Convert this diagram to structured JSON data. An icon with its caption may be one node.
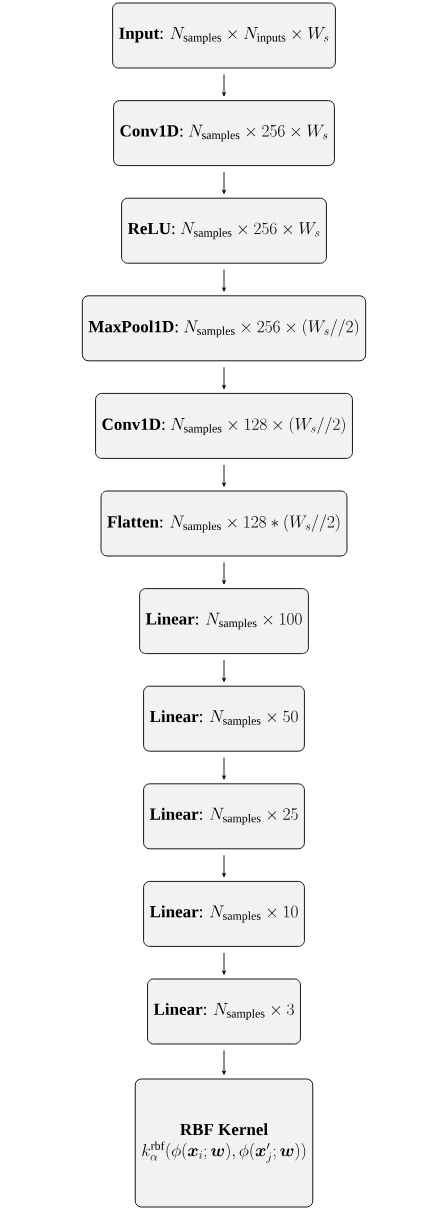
{
  "diagram": {
    "nodes": [
      {
        "text": [
          "**Input**:",
          "N_{\\mathrm{samples}} \\times N_{\\mathrm{inputs}} \\times W_s"
        ]
      },
      {
        "text": [
          "**Conv1D**:",
          "N_{\\mathrm{samples}} \\times 256 \\times W_s"
        ]
      },
      {
        "text": [
          "**ReLU**:",
          "N_{\\mathrm{samples}} \\times 256 \\times W_s"
        ]
      },
      {
        "text": [
          "**MaxPool1D**:",
          "N_{\\mathrm{samples}} \\times 256 \\times (W_s//2)"
        ]
      },
      {
        "text": [
          "**Conv1D**:",
          "N_{\\mathrm{samples}} \\times 128 \\times (W_s//2)"
        ]
      },
      {
        "text": [
          "**Flatten**:",
          "N_{\\mathrm{samples}} \\times 128 * (W_s//2)"
        ]
      },
      {
        "text": [
          "**Linear**:",
          "N_{\\mathrm{samples}} \\times 100"
        ]
      },
      {
        "text": [
          "**Linear**:",
          "N_{\\mathrm{samples}} \\times 50"
        ]
      },
      {
        "text": [
          "**Linear**:",
          "N_{\\mathrm{samples}} \\times 25"
        ]
      },
      {
        "text": [
          "**Linear**:",
          "N_{\\mathrm{samples}} \\times 10"
        ]
      },
      {
        "text": [
          "**Linear**:",
          "N_{\\mathrm{samples}} \\times 3"
        ]
      },
      {
        "text": [
          "RBF Kernel",
          "k^{\\mathrm{rbf}}_{\\alpha}(\\phi(\\boldsymbol{x}_i;\\boldsymbol{w}),\\phi(\\boldsymbol{x}'_j;\\boldsymbol{w}))"
        ]
      }
    ],
    "edges": [
      {
        "from": 0,
        "to": 1,
        "arrow": "to"
      },
      {
        "from": 1,
        "to": 2,
        "arrow": "to"
      },
      {
        "from": 2,
        "to": 3,
        "arrow": "to"
      },
      {
        "from": 3,
        "to": 4,
        "arrow": "to"
      },
      {
        "from": 4,
        "to": 5,
        "arrow": "to"
      },
      {
        "from": 5,
        "to": 6,
        "arrow": "to"
      },
      {
        "from": 6,
        "to": 7,
        "arrow": "to"
      },
      {
        "from": 7,
        "to": 8,
        "arrow": "to"
      },
      {
        "from": 8,
        "to": 9,
        "arrow": "to"
      },
      {
        "from": 9,
        "to": 10,
        "arrow": "to"
      },
      {
        "from": 10,
        "to": 11,
        "arrow": "to"
      }
    ]
  }
}
